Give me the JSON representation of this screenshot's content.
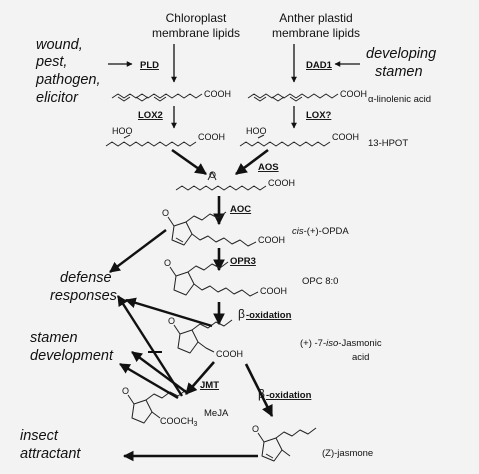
{
  "sources": {
    "chloroplast_l1": "Chloroplast",
    "chloroplast_l2": "membrane lipids",
    "anther_l1": "Anther plastid",
    "anther_l2": "membrane lipids"
  },
  "stimuli": {
    "left_l1": "wound,",
    "left_l2": "pest,",
    "left_l3": "pathogen,",
    "left_l4": "elicitor",
    "right_l1": "developing",
    "right_l2": "stamen"
  },
  "enzymes": {
    "pld": "PLD",
    "dad1": "DAD1",
    "lox2": "LOX2",
    "lox_q": "LOX?",
    "aos": "AOS",
    "aoc": "AOC",
    "opr3": "OPR3",
    "beta1": "β",
    "ox1": "-oxidation",
    "jmt": "JMT",
    "beta2": "β",
    "ox2": "-oxidation"
  },
  "compounds": {
    "linolenic": "α-linolenic acid",
    "hpot": "13-HPOT",
    "opda_pre": "cis",
    "opda_rest": "-(+)-OPDA",
    "opc": "OPC 8:0",
    "jasmonic_l1_a": "(+) -7-",
    "jasmonic_l1_b": "iso",
    "jasmonic_l1_c": "-Jasmonic",
    "jasmonic_l2": "acid",
    "meja": "MeJA",
    "jasmone": "(Z)-jasmone"
  },
  "chem_labels": {
    "cooh": "COOH",
    "hoo": "HOO",
    "o": "O",
    "cooch3": "COOCH",
    "sub3": "3"
  },
  "responses": {
    "defense_l1": "defense",
    "defense_l2": "responses",
    "stamen_l1": "stamen",
    "stamen_l2": "development",
    "insect_l1": "insect",
    "insect_l2": "attractant"
  }
}
